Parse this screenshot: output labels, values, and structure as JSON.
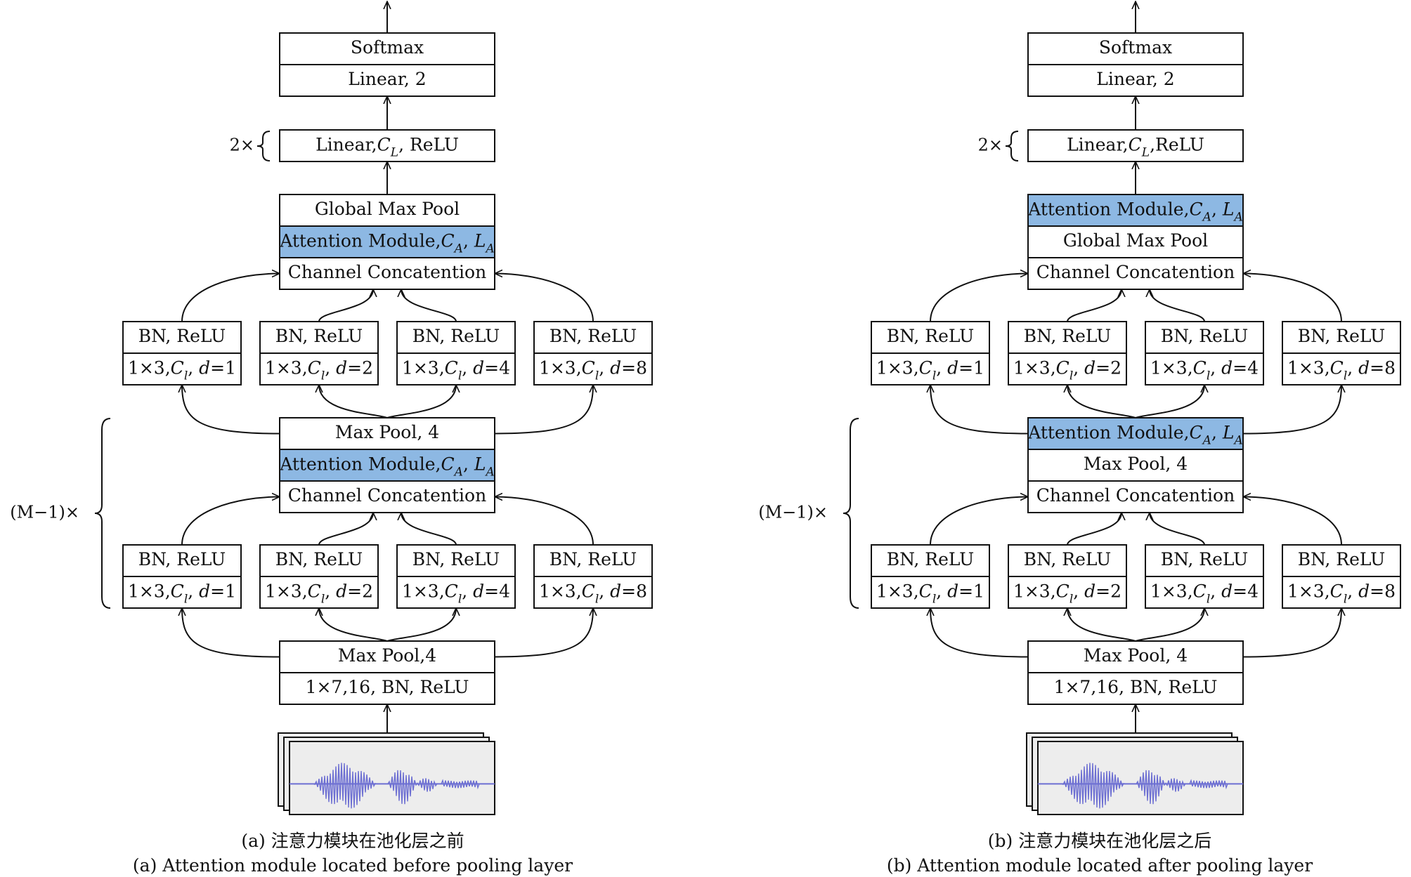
{
  "colors": {
    "attention": "#8db8e3",
    "line": "#111111",
    "wave": "#6d6fd2",
    "thumb_bg": "#ededed"
  },
  "panels": [
    {
      "id": "a",
      "softmax": "Softmax",
      "linear2": "Linear, 2",
      "repeat_top": "2×",
      "linear_cl": [
        "Linear,",
        "C",
        "L",
        ", ReLU"
      ],
      "top_stack": [
        {
          "kind": "plain",
          "text": "Global Max Pool"
        },
        {
          "kind": "attn",
          "parts": [
            "Attention Module,",
            "C",
            "A",
            ", ",
            "L",
            "A"
          ]
        },
        {
          "kind": "plain",
          "text": "Channel Concatention"
        }
      ],
      "branch_top": [
        "BN, ReLU",
        "BN, ReLU",
        "BN, ReLU",
        "BN, ReLU"
      ],
      "branch_bottom": [
        "d=1",
        "d=2",
        "d=4",
        "d=8"
      ],
      "mid_stack": [
        {
          "kind": "plain",
          "text": "Max Pool, 4"
        },
        {
          "kind": "attn",
          "parts": [
            "Attention Module,",
            "C",
            "A",
            ", ",
            "L",
            "A"
          ]
        },
        {
          "kind": "plain",
          "text": "Channel Concatention"
        }
      ],
      "repeat_mid": "(M−1)×",
      "stem_top": "Max Pool,4",
      "stem_bottom": "1×7,16, BN, ReLU",
      "caption_cn": "(a) 注意力模块在池化层之前",
      "caption_en": "(a) Attention module located before pooling layer"
    },
    {
      "id": "b",
      "softmax": "Softmax",
      "linear2": "Linear, 2",
      "repeat_top": "2×",
      "linear_cl": [
        "Linear,",
        "C",
        "L",
        ",ReLU"
      ],
      "top_stack": [
        {
          "kind": "attn",
          "parts": [
            "Attention Module,",
            "C",
            "A",
            ", ",
            "L",
            "A"
          ]
        },
        {
          "kind": "plain",
          "text": "Global Max Pool"
        },
        {
          "kind": "plain",
          "text": "Channel Concatention"
        }
      ],
      "branch_top": [
        "BN, ReLU",
        "BN, ReLU",
        "BN, ReLU",
        "BN, ReLU"
      ],
      "branch_bottom": [
        "d=1",
        "d=2",
        "d=4",
        "d=8"
      ],
      "mid_stack": [
        {
          "kind": "attn",
          "parts": [
            "Attention Module,",
            "C",
            "A",
            ", ",
            "L",
            "A"
          ]
        },
        {
          "kind": "plain",
          "text": "Max Pool, 4"
        },
        {
          "kind": "plain",
          "text": "Channel Concatention"
        }
      ],
      "repeat_mid": "(M−1)×",
      "stem_top": "Max Pool, 4",
      "stem_bottom": "1×7,16, BN, ReLU",
      "caption_cn": "(b) 注意力模块在池化层之后",
      "caption_en": "(b) Attention module located after pooling layer"
    }
  ],
  "conv_prefix": "1×3,",
  "conv_c": "C",
  "conv_sub": "l",
  "conv_sep": ", "
}
